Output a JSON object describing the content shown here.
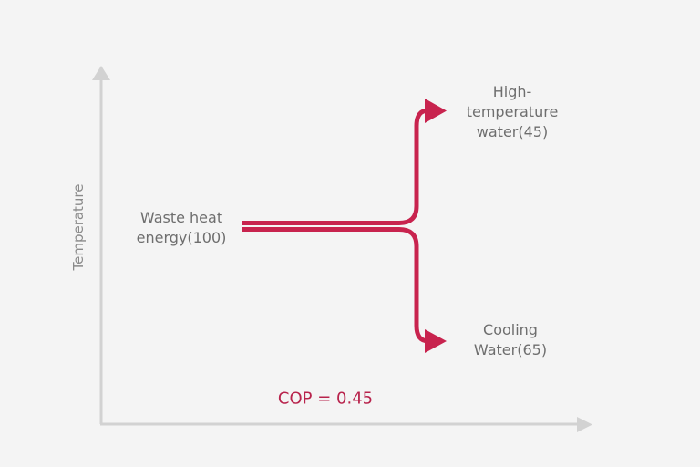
{
  "diagram": {
    "axes": {
      "y_label": "Temperature",
      "x_label": ""
    },
    "input": {
      "line1": "Waste heat",
      "line2": "energy(100)"
    },
    "outputs": [
      {
        "line1": "High-",
        "line2": "temperature",
        "line3": "water(45)",
        "value": 45
      },
      {
        "line1": "Cooling",
        "line2": "Water(65)",
        "value": 65
      }
    ],
    "cop": "COP = 0.45",
    "colors": {
      "background": "#f4f4f4",
      "flow": "#c8234e",
      "axis": "#d2d2d2",
      "text": "#6e6e6e",
      "cop_text": "#b8234c"
    }
  }
}
